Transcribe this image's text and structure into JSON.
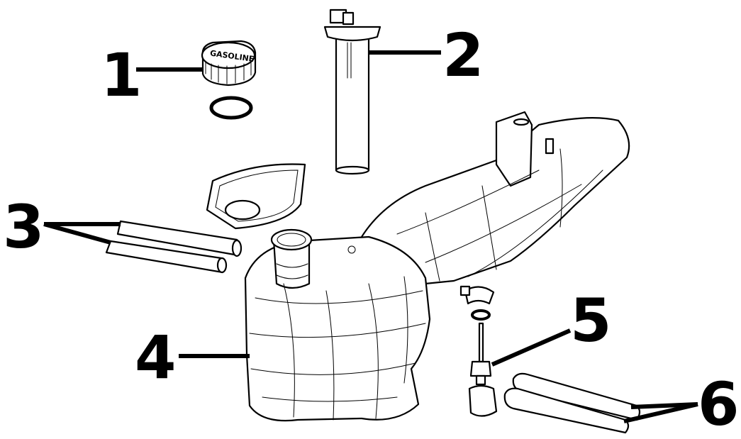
{
  "callouts": [
    {
      "id": "1",
      "label": "1"
    },
    {
      "id": "2",
      "label": "2"
    },
    {
      "id": "3",
      "label": "3"
    },
    {
      "id": "4",
      "label": "4"
    },
    {
      "id": "5",
      "label": "5"
    },
    {
      "id": "6",
      "label": "6"
    }
  ],
  "cap_text": "GASOLINE",
  "colors": {
    "line": "#000000",
    "background": "#ffffff"
  }
}
